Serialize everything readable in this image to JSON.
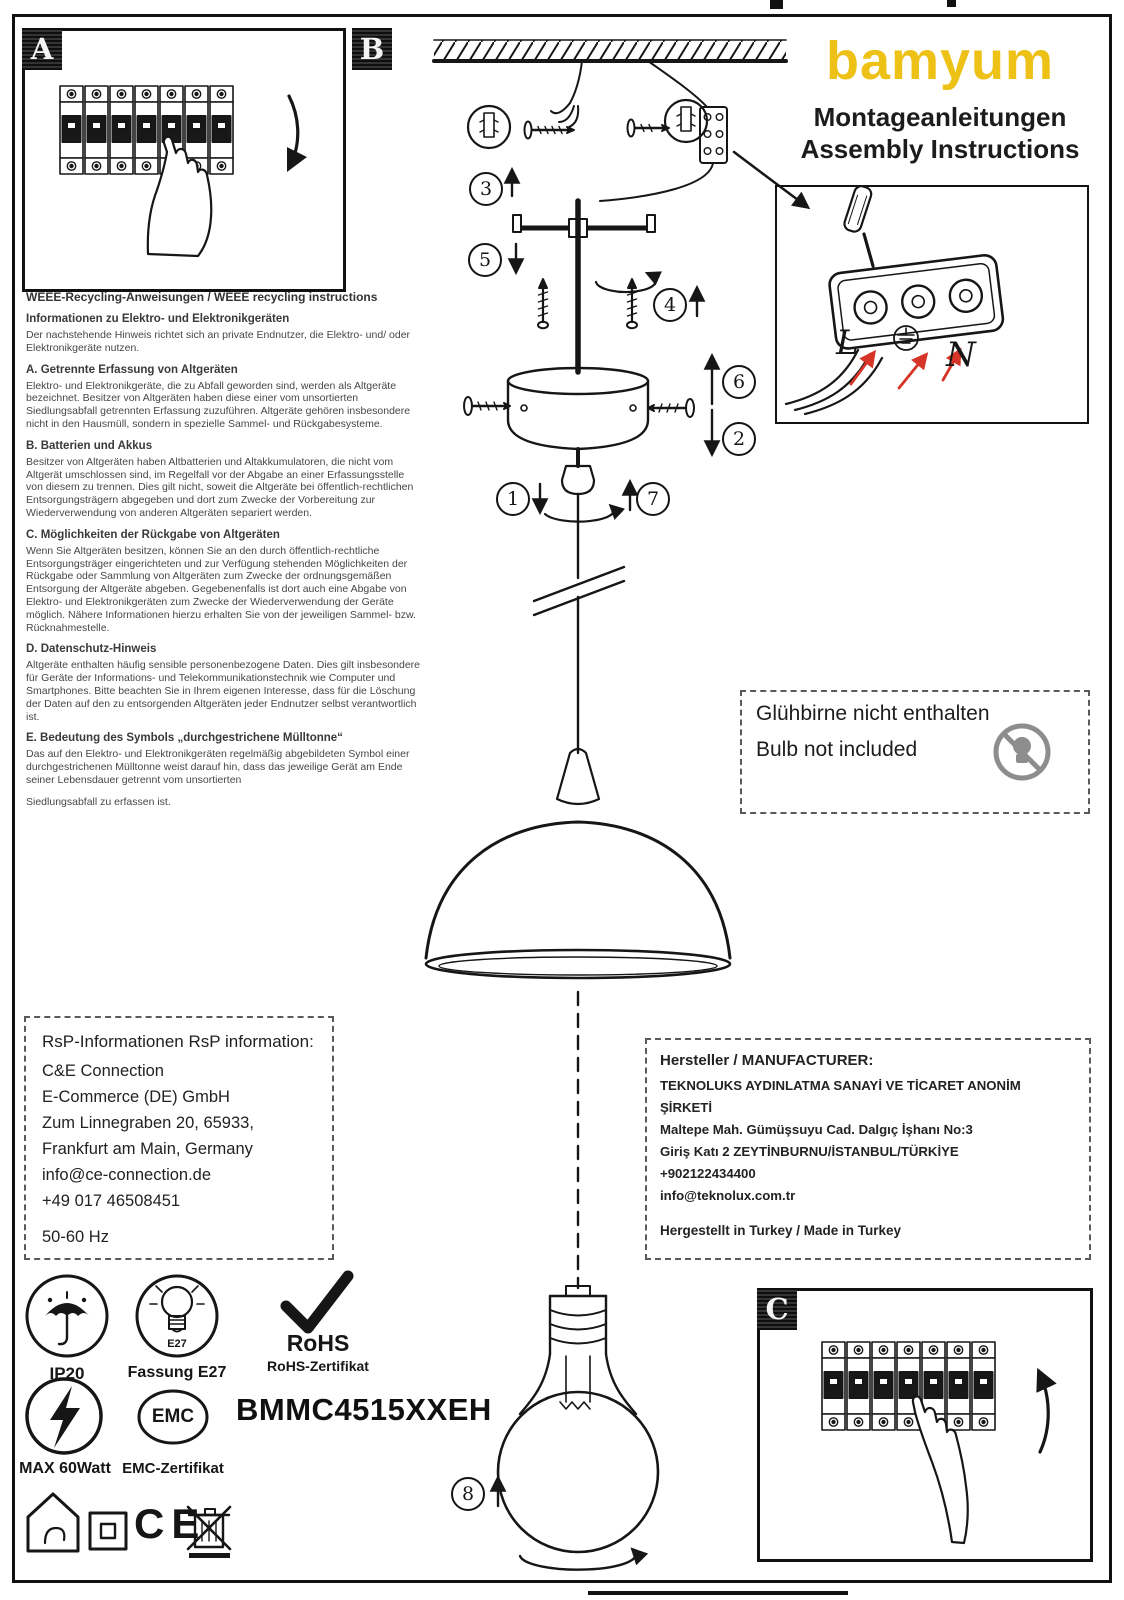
{
  "brand": {
    "name": "bamyum",
    "subtitle_de": "Montageanleitungen",
    "subtitle_en": "Assembly Instructions"
  },
  "panels": {
    "a": "A",
    "b": "B",
    "c": "C"
  },
  "steps": {
    "s1": "1",
    "s2": "2",
    "s3": "3",
    "s4": "4",
    "s5": "5",
    "s6": "6",
    "s7": "7",
    "s8": "8"
  },
  "wiring": {
    "live": "L",
    "neutral": "N"
  },
  "weee": {
    "title": "WEEE-Recycling-Anweisungen / WEEE recycling instructions",
    "sections": [
      {
        "heading": "Informationen zu Elektro- und Elektronikgeräten",
        "body": "Der nachstehende Hinweis richtet sich an private Endnutzer, die Elektro- und/ oder Elektronikgeräte nutzen."
      },
      {
        "heading": "A. Getrennte Erfassung von Altgeräten",
        "body": "Elektro- und Elektronikgeräte, die zu Abfall geworden sind, werden als Altgeräte bezeichnet. Besitzer von Altgeräten haben diese einer vom unsortierten Siedlungsabfall getrennten Erfassung zuzuführen. Altgeräte gehören insbesondere nicht in den Hausmüll, sondern in spezielle Sammel- und Rückgabesysteme."
      },
      {
        "heading": "B. Batterien und Akkus",
        "body": "Besitzer von Altgeräten haben Altbatterien und Altakkumulatoren, die nicht vom Altgerät umschlossen sind, im Regelfall vor der Abgabe an einer Erfassungsstelle von diesem zu trennen. Dies gilt nicht, soweit die Altgeräte bei öffentlich-rechtlichen Entsorgungsträgern abgegeben und dort zum Zwecke der Vorbereitung zur Wiederverwendung von anderen Altgeräten separiert werden."
      },
      {
        "heading": "C. Möglichkeiten der Rückgabe von Altgeräten",
        "body": "Wenn Sie Altgeräten besitzen, können Sie an den durch öffentlich-rechtliche Entsorgungsträger eingerichteten und zur Verfügung stehenden Möglichkeiten der Rückgabe oder Sammlung von Altgeräten zum Zwecke der ordnungsgemäßen Entsorgung der Altgeräte abgeben. Gegebenenfalls ist dort auch eine Abgabe von Elektro- und Elektronikgeräten zum Zwecke der Wiederverwendung der Geräte möglich. Nähere Informationen hierzu erhalten Sie von der jeweiligen Sammel- bzw. Rücknahmestelle."
      },
      {
        "heading": "D. Datenschutz-Hinweis",
        "body": "Altgeräte enthalten häufig sensible personenbezogene Daten. Dies gilt insbesondere für Geräte der Informations- und Telekommunikationstechnik wie Computer und Smartphones. Bitte beachten Sie in Ihrem eigenen Interesse, dass für die Löschung der Daten auf den zu entsorgenden Altgeräten jeder Endnutzer selbst verantwortlich ist."
      },
      {
        "heading": "E. Bedeutung des Symbols „durchgestrichene Mülltonne“",
        "body": "Das auf den Elektro- und Elektronikgeräten regelmäßig abgebildeten Symbol einer durchgestrichenen Mülltonne weist darauf hin, dass das jeweilige Gerät am Ende seiner Lebensdauer getrennt vom unsortierten"
      }
    ],
    "final_line": "Siedlungsabfall zu erfassen ist."
  },
  "bulb_note": {
    "line_de": "Glühbirne nicht enthalten",
    "line_en": "Bulb not included"
  },
  "rsp": {
    "title": "RsP-Informationen RsP information:",
    "lines": [
      "C&E Connection",
      "E-Commerce (DE) GmbH",
      "Zum Linnegraben 20, 65933,",
      "Frankfurt am Main, Germany",
      "info@ce-connection.de",
      "+49 017 46508451"
    ],
    "frequency": "50-60 Hz"
  },
  "manufacturer": {
    "title": "Hersteller / MANUFACTURER:",
    "lines": [
      "TEKNOLUKS AYDINLATMA SANAYİ VE TİCARET ANONİM ŞİRKETİ",
      "Maltepe Mah. Gümüşsuyu Cad. Dalgıç İşhanı No:3",
      "Giriş Katı 2 ZEYTİNBURNU/İSTANBUL/TÜRKİYE",
      "+902122434400",
      "info@teknolux.com.tr"
    ],
    "origin": "Hergestellt in Turkey / Made in Turkey"
  },
  "certs": {
    "ip20": "IP20",
    "e27": "E27",
    "e27_label": "Fassung E27",
    "rohs": "RoHS",
    "rohs_label": "RoHS-Zertifikat",
    "max_watt": "MAX 60Watt",
    "emc": "EMC",
    "emc_label": "EMC-Zertifikat",
    "ce": "CE"
  },
  "model": "BMMC4515XXEH",
  "colors": {
    "brand_yellow": "#eec117",
    "arrow_red": "#d63426",
    "line_black": "#161616",
    "muted_gray": "#8d8d8d"
  }
}
